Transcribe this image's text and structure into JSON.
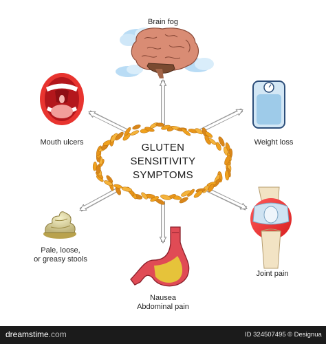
{
  "center": {
    "line1": "GLUTEN",
    "line2": "SENSITIVITY",
    "line3": "SYMPTOMS"
  },
  "symptoms": {
    "brain": "Brain fog",
    "mouth": "Mouth ulcers",
    "weight": "Weight loss",
    "stool_line1": "Pale, loose,",
    "stool_line2": "or greasy stools",
    "stomach_line1": "Nausea",
    "stomach_line2": "Abdominal pain",
    "joint": "Joint pain"
  },
  "footer": {
    "logo_left": "dreamstime",
    "logo_right": ".com",
    "id_text": "ID 324507495",
    "credit": "© Designua"
  },
  "colors": {
    "grain": "#f0a21e",
    "arrow": "#9a9a9a",
    "footer_bg": "#1b1b1b"
  }
}
